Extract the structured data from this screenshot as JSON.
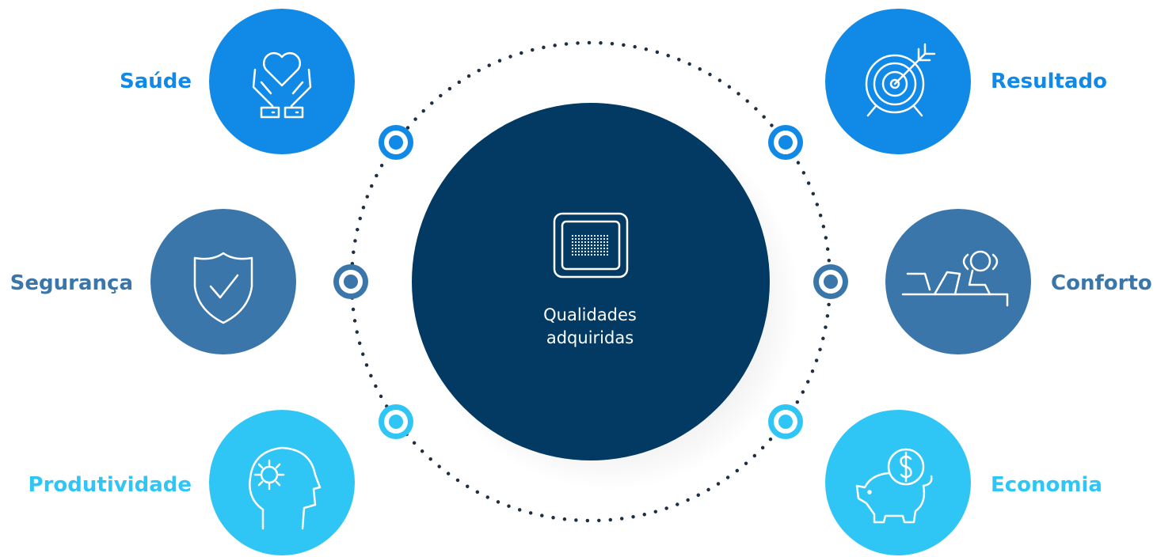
{
  "center": {
    "title_line1": "Qualidades",
    "title_line2": "adquiridas",
    "icon": "tablet-grid-icon",
    "color": "#023a63"
  },
  "colors": {
    "top": "#1189e6",
    "middle": "#3a76aa",
    "bottom": "#2fc6f6",
    "dots": "#1f2f42"
  },
  "items": [
    {
      "label": "Saúde",
      "icon": "hands-heart-icon",
      "color": "#1189e6"
    },
    {
      "label": "Segurança",
      "icon": "shield-check-icon",
      "color": "#3a76aa"
    },
    {
      "label": "Produtividade",
      "icon": "head-gear-icon",
      "color": "#2fc6f6"
    },
    {
      "label": "Resultado",
      "icon": "target-arrow-icon",
      "color": "#1189e6"
    },
    {
      "label": "Conforto",
      "icon": "person-relaxing-laptop-icon",
      "color": "#3a76aa"
    },
    {
      "label": "Economia",
      "icon": "piggy-bank-icon",
      "color": "#2fc6f6"
    }
  ]
}
